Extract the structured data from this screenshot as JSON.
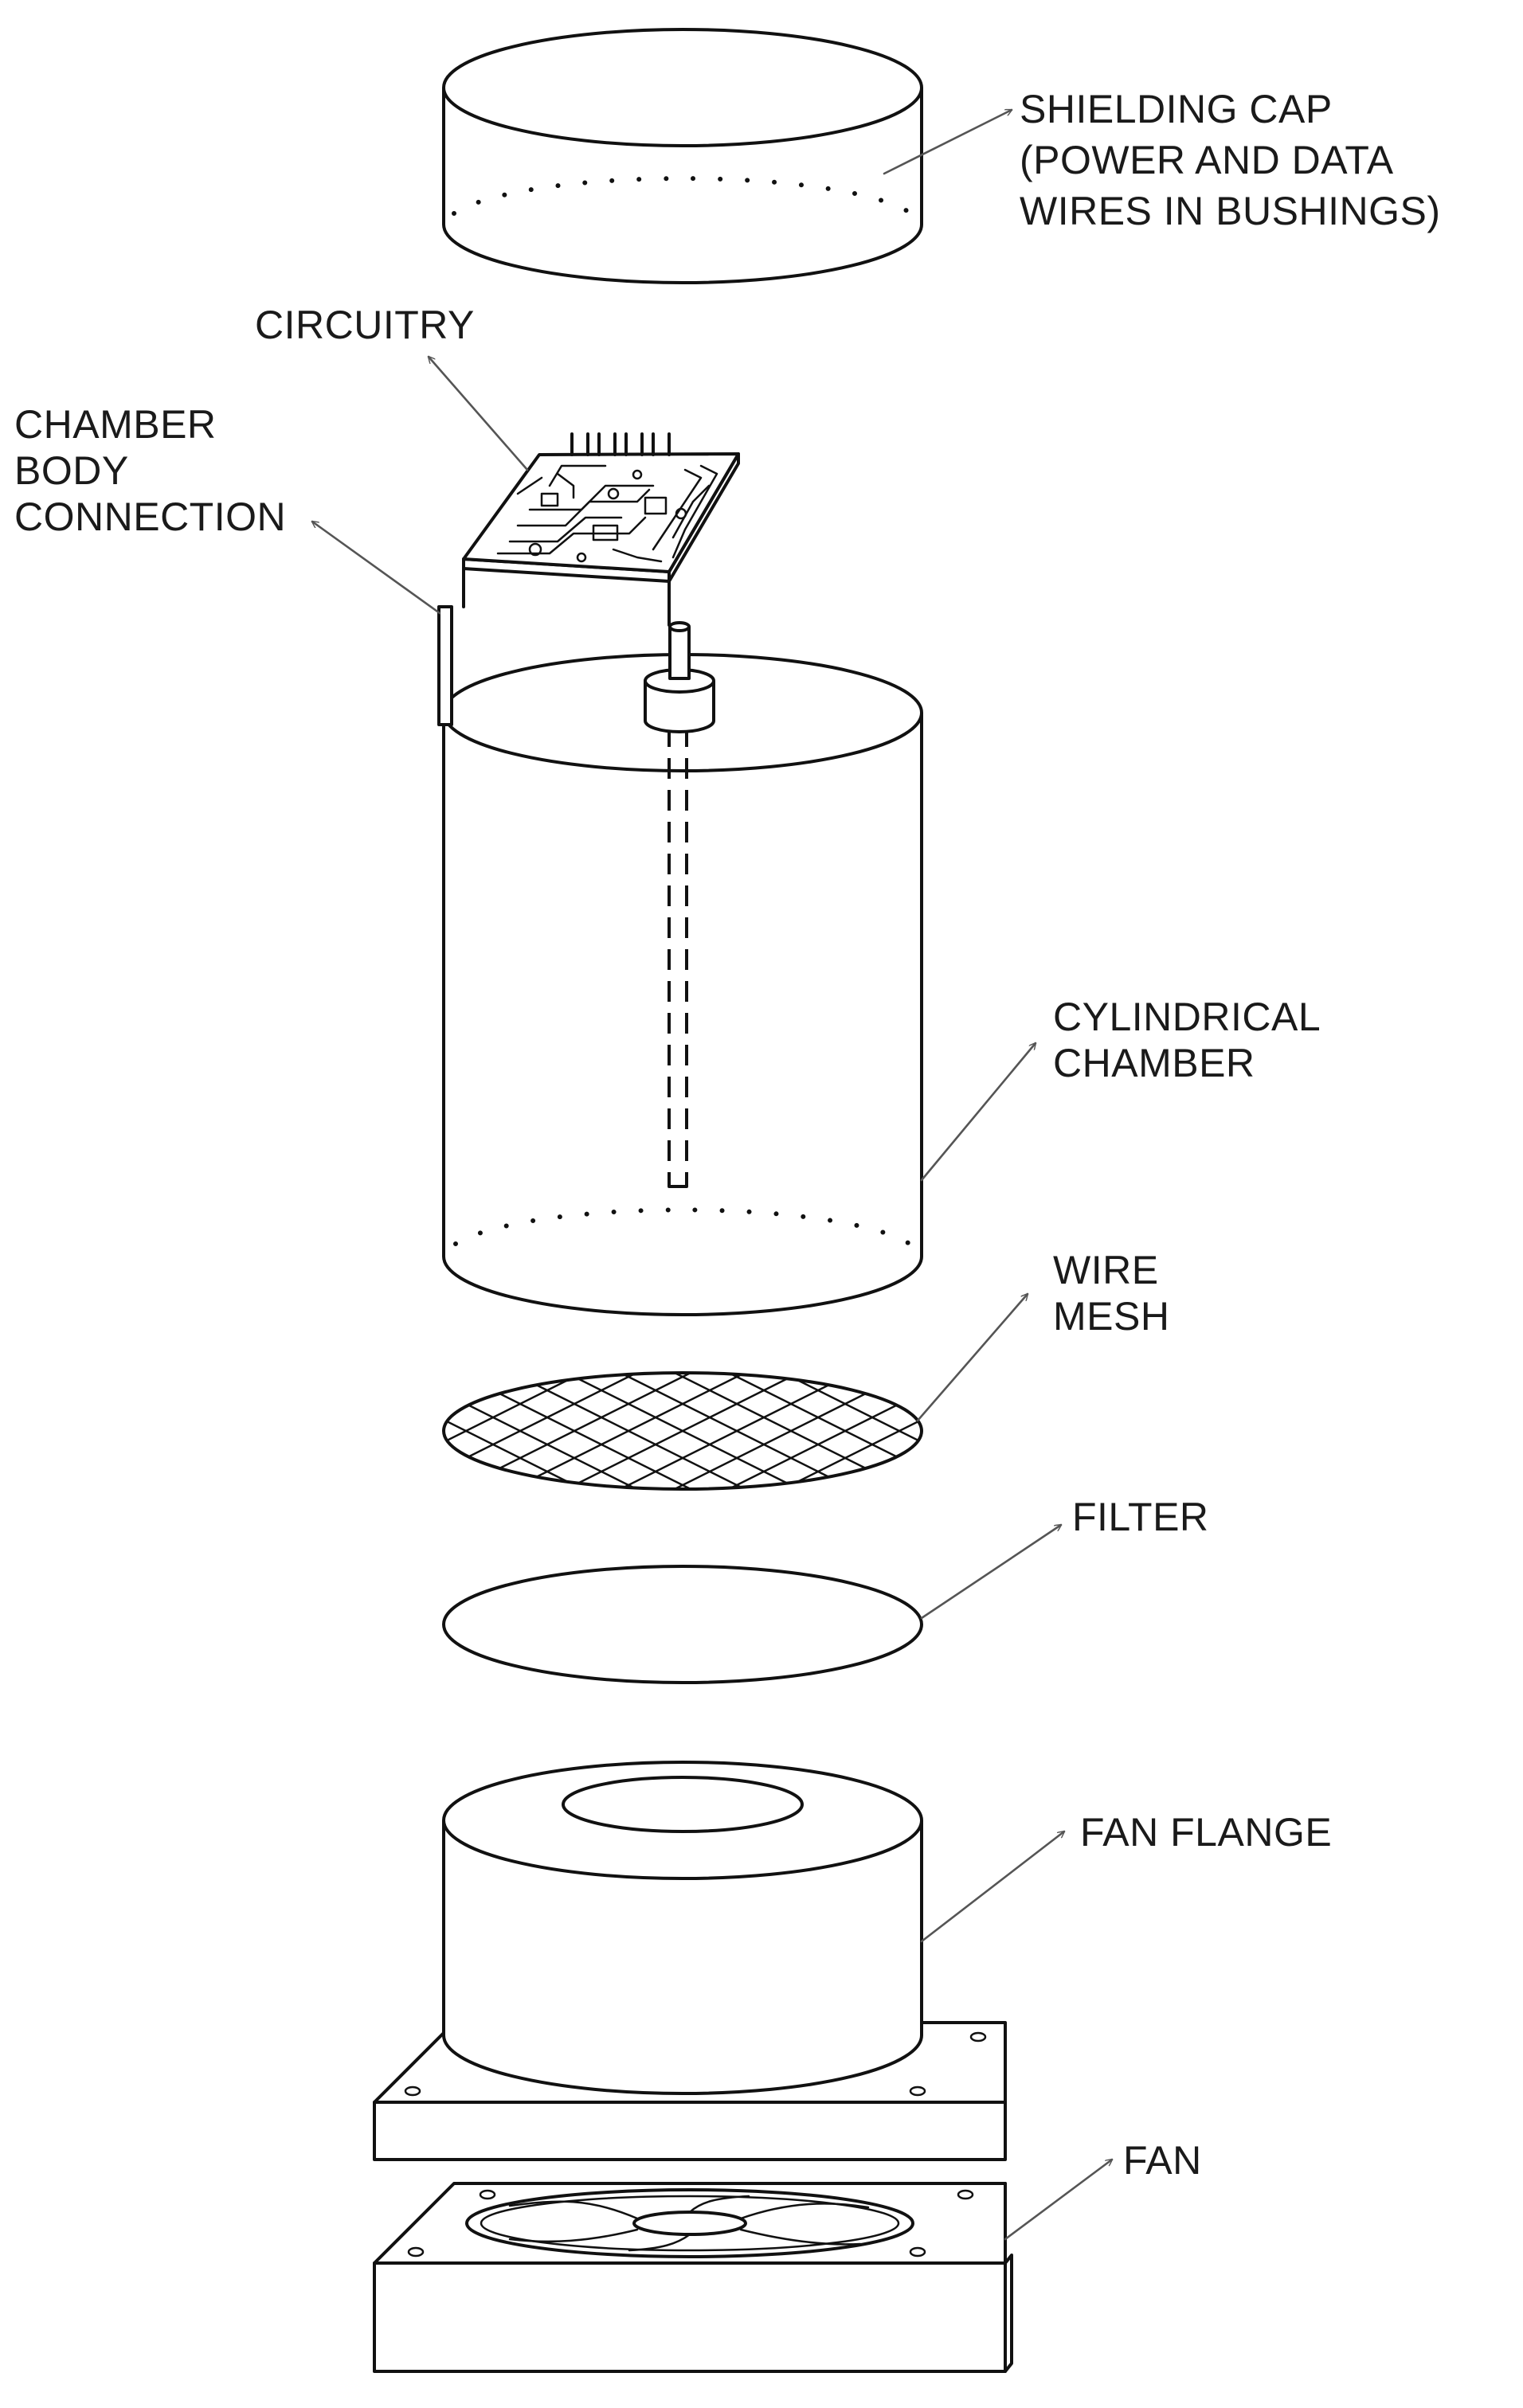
{
  "labels": {
    "shielding_cap": [
      "SHIELDING CAP",
      "(POWER AND DATA",
      "WIRES IN BUSHINGS)"
    ],
    "circuitry": [
      "CIRCUITRY"
    ],
    "chamber_body_connection": [
      "CHAMBER",
      "BODY",
      "CONNECTION"
    ],
    "cylindrical_chamber": [
      "CYLINDRICAL",
      "CHAMBER"
    ],
    "wire_mesh": [
      "WIRE",
      "MESH"
    ],
    "filter": [
      "FILTER"
    ],
    "fan_flange": [
      "FAN FLANGE"
    ],
    "fan": [
      "FAN"
    ]
  },
  "colors": {
    "line": "#111111",
    "leader": "#555555",
    "text": "#1a1a1a",
    "background": "#ffffff"
  }
}
